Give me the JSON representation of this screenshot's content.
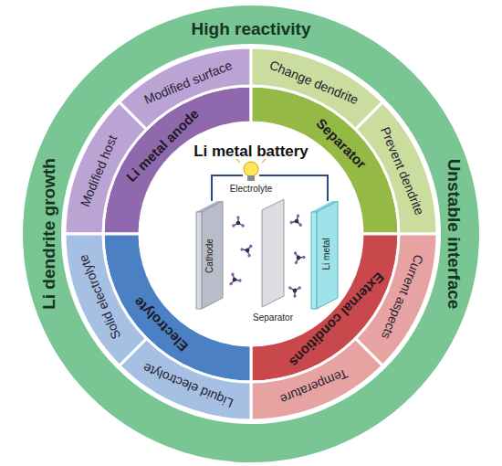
{
  "diagram": {
    "nodes": [
      {
        "text": [
          "High reactivity",
          "Unstable interface",
          "Li dendrite growth"
        ]
      },
      {
        "text": [
          "Li metal battery"
        ],
        "in": 0
      },
      {
        "text": [
          "Li metal anode"
        ],
        "in": 0
      },
      {
        "text": [
          "Modified host"
        ],
        "in": 0
      },
      {
        "text": [
          "Modified surface"
        ],
        "in": 0
      },
      {
        "text": [
          "Separator"
        ],
        "in": 0
      },
      {
        "text": [
          "Change dendrite"
        ],
        "in": 0
      },
      {
        "text": [
          "Prevent dendrite"
        ],
        "in": 0
      },
      {
        "text": [
          "External conditions"
        ],
        "in": 0
      },
      {
        "text": [
          "Current aspects"
        ],
        "in": 0
      },
      {
        "text": [
          "Temperature"
        ],
        "in": 0
      },
      {
        "text": [
          "Electrolyte"
        ],
        "in": 0
      },
      {
        "text": [
          "Liquid electrolyte"
        ],
        "in": 0
      },
      {
        "text": [
          "Solid electrolyte"
        ],
        "in": 0
      }
    ],
    "labels": [
      "Electrolyte",
      "Cathode",
      "Separator",
      "Li metal"
    ]
  }
}
